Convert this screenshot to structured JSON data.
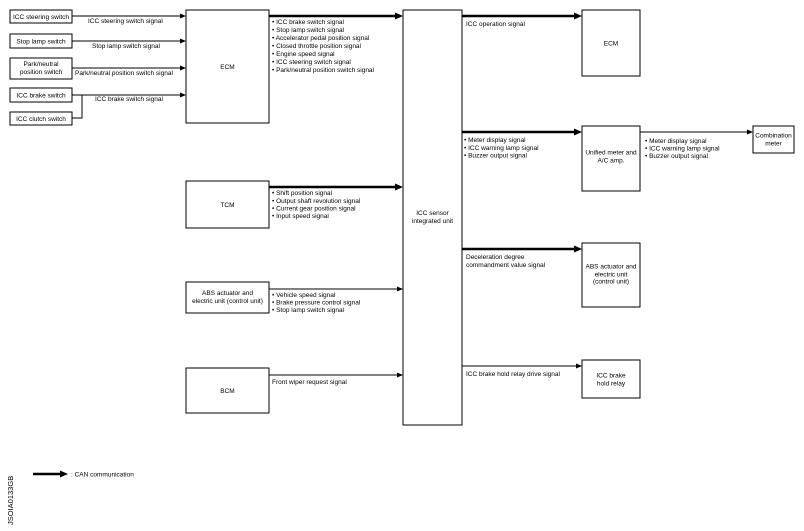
{
  "inputs": {
    "steering_switch": {
      "label": "ICC steering switch",
      "signal": "ICC steering switch signal"
    },
    "stop_lamp_switch": {
      "label": "Stop lamp switch",
      "signal": "Stop lamp switch signal"
    },
    "park_neutral_switch": {
      "label_lines": [
        "Park/neutral",
        "position switch"
      ],
      "signal": "Park/neutral position switch signal"
    },
    "brake_switch": {
      "label": "ICC brake switch",
      "signal": "ICC brake switch signal"
    },
    "clutch_switch": {
      "label": "ICC clutch switch"
    }
  },
  "ecm": {
    "label": "ECM",
    "signals": [
      "• ICC brake switch signal",
      "• Stop lamp switch signal",
      "• Accelerator pedal position signal",
      "• Closed throttle position signal",
      "• Engine speed signal",
      "• ICC steering switch signal",
      "• Park/neutral position switch signal"
    ]
  },
  "tcm": {
    "label": "TCM",
    "signals": [
      "• Shift position signal",
      "• Output shaft revolution signal",
      "• Current gear position signal",
      "• Input speed signal"
    ]
  },
  "abs_left": {
    "label_lines": [
      "ABS actuator and",
      "electric unit (control unit)"
    ],
    "signals": [
      "• Vehicle speed signal",
      "• Brake pressure control signal",
      "• Stop lamp switch signal"
    ]
  },
  "bcm": {
    "label": "BCM",
    "signal": "Front wiper request signal"
  },
  "icc_unit": {
    "label_lines": [
      "ICC sensor",
      "integrated unit"
    ]
  },
  "ecm_right": {
    "label": "ECM",
    "signal": "ICC operation signal"
  },
  "unified_meter": {
    "label_lines": [
      "Unified meter and",
      "A/C amp."
    ],
    "signals_in": [
      "• Meter display signal",
      "• ICC warning lamp signal",
      "• Buzzer output signal"
    ],
    "signals_out": [
      "• Meter display signal",
      "• ICC warning lamp signal",
      "• Buzzer output signal"
    ]
  },
  "combination_meter": {
    "label_lines": [
      "Combination",
      "meter"
    ]
  },
  "abs_right": {
    "label_lines": [
      "ABS actuator and",
      "electric unit",
      "(control unit)"
    ],
    "signal_lines": [
      "Deceleration degree",
      "commandment value signal"
    ]
  },
  "brake_hold_relay": {
    "label_lines": [
      "ICC brake",
      "hold relay"
    ],
    "signal": "ICC brake hold relay drive signal"
  },
  "legend": {
    "can_communication": ": CAN communication"
  },
  "figure_id": "JSOIA0133GB"
}
